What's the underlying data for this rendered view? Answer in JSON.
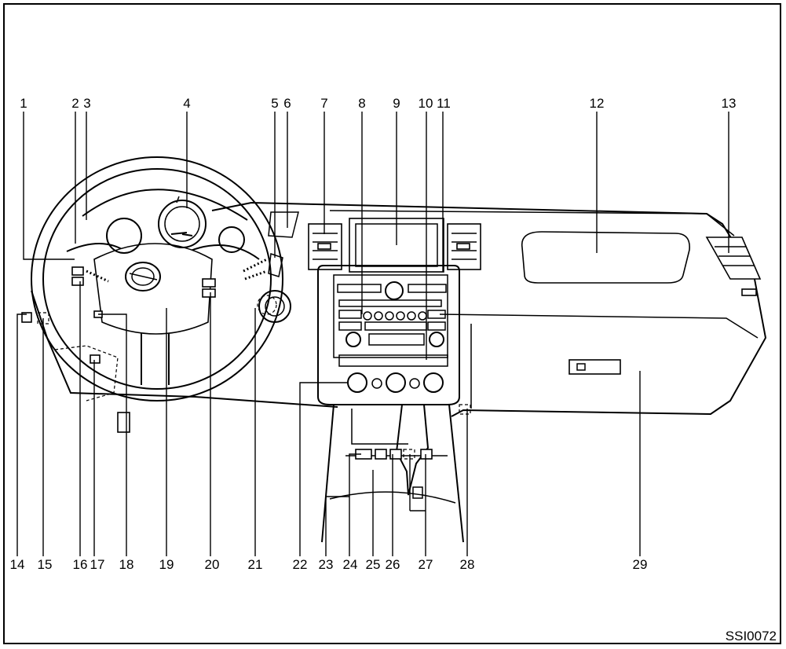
{
  "callouts": {
    "top": [
      "1",
      "2",
      "3",
      "4",
      "5",
      "6",
      "7",
      "8",
      "9",
      "10",
      "11",
      "12",
      "13"
    ],
    "bottom": [
      "14",
      "15",
      "16",
      "17",
      "18",
      "19",
      "20",
      "21",
      "22",
      "23",
      "24",
      "25",
      "26",
      "27",
      "28",
      "29"
    ]
  },
  "figure_code": "SSI0072"
}
